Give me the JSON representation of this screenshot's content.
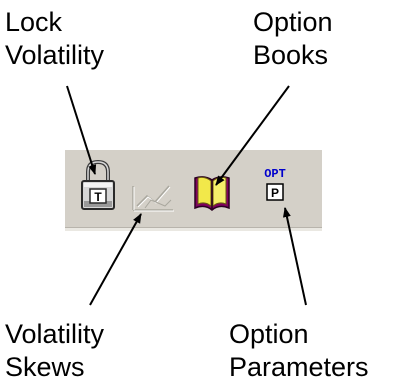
{
  "callouts": {
    "lock_volatility": [
      "Lock",
      "Volatility"
    ],
    "option_books": [
      "Option",
      "Books"
    ],
    "volatility_skews": [
      "Volatility",
      "Skews"
    ],
    "option_parameters": [
      "Option",
      "Parameters"
    ]
  },
  "toolbar": {
    "buttons": [
      {
        "icon": "padlock-icon",
        "glyph": "T"
      },
      {
        "icon": "skew-chart-icon",
        "disabled": true
      },
      {
        "icon": "option-book-icon"
      },
      {
        "icon": "opt-params-icon",
        "top_label": "OPT",
        "glyph": "P"
      }
    ]
  },
  "colors": {
    "toolbar_bg": "#d4d0c8",
    "disabled_icon": "#a9a79e",
    "opt_text": "#0000cc",
    "book_cover": "#800060",
    "book_pages": "#f2e84a"
  }
}
